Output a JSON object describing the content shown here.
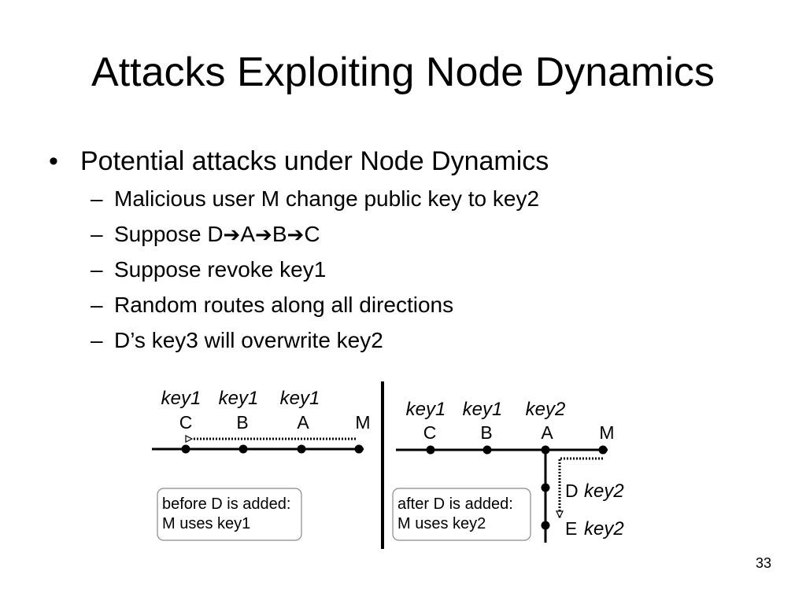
{
  "title": "Attacks Exploiting Node Dynamics",
  "bullet": "Potential attacks under Node Dynamics",
  "sub_bullets": [
    {
      "text": "Malicious user M change public key to key2"
    },
    {
      "parts": [
        "Suppose D",
        "A",
        "B",
        "C"
      ]
    },
    {
      "text": "Suppose revoke key1"
    },
    {
      "text": "Random routes along all directions"
    },
    {
      "text": "D’s key3 will overwrite key2"
    }
  ],
  "diagram": {
    "left": {
      "keys": [
        "key1",
        "key1",
        "key1"
      ],
      "nodes": [
        "C",
        "B",
        "A",
        "M"
      ],
      "box": [
        "before D is added:",
        "M uses key1"
      ]
    },
    "right": {
      "keys": [
        "key1",
        "key1",
        "key2"
      ],
      "nodes": [
        "C",
        "B",
        "A",
        "M"
      ],
      "branch": [
        {
          "node": "D",
          "key": "key2"
        },
        {
          "node": "E",
          "key": "key2"
        }
      ],
      "box": [
        "after D is added:",
        "M uses key2"
      ]
    }
  },
  "page_number": "33"
}
